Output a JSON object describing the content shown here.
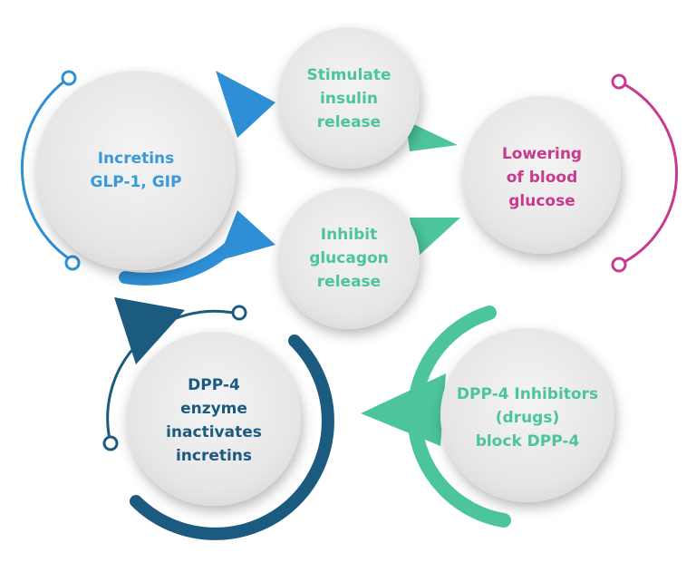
{
  "colors": {
    "blue": "#2e8fd6",
    "teal": "#4cc49c",
    "magenta": "#c93a8e",
    "navy": "#1b5b80"
  },
  "nodes": {
    "incretins": {
      "label": "Incretins\nGLP-1, GIP",
      "color": "#3a9ad9"
    },
    "stimulate": {
      "label": "Stimulate\ninsulin\nrelease",
      "color": "#4cc49c"
    },
    "inhibit": {
      "label": "Inhibit\nglucagon\nrelease",
      "color": "#4cc49c"
    },
    "lowering": {
      "label": "Lowering\nof blood\nglucose",
      "color": "#c93a8e"
    },
    "dpp4_enzyme": {
      "label": "DPP-4\nenzyme\ninactivates\nincretins",
      "color": "#1b5b80"
    },
    "dpp4_inhibitors": {
      "label": "DPP-4 Inhibitors\n(drugs)\nblock DPP-4",
      "color": "#4cc49c"
    }
  }
}
